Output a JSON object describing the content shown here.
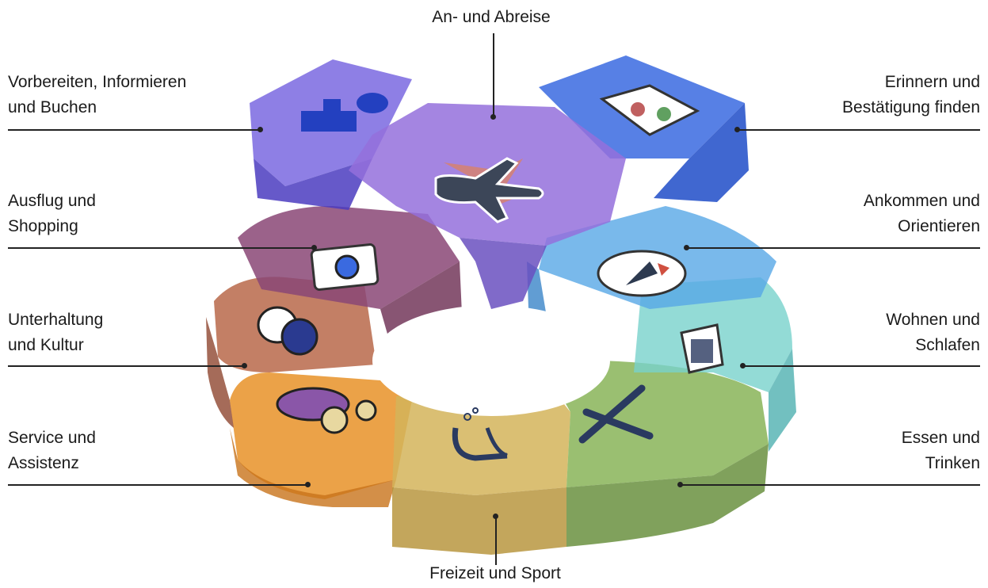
{
  "labels": {
    "top": "An- und Abreise",
    "bottom": "Freizeit und Sport",
    "left": [
      {
        "line1": "Vorbereiten, Informieren",
        "line2": "und Buchen"
      },
      {
        "line1": "Ausflug und",
        "line2": "Shopping"
      },
      {
        "line1": "Unterhaltung",
        "line2": "und Kultur"
      },
      {
        "line1": "Service und",
        "line2": "Assistenz"
      }
    ],
    "right": [
      {
        "line1": "Erinnern und",
        "line2": "Bestätigung finden"
      },
      {
        "line1": "Ankommen und",
        "line2": "Orientieren"
      },
      {
        "line1": "Wohnen und",
        "line2": "Schlafen"
      },
      {
        "line1": "Essen und",
        "line2": "Trinken"
      }
    ]
  },
  "segments": [
    {
      "name": "preparation",
      "color": "#6a55d6",
      "icon": "info-icon"
    },
    {
      "name": "travel",
      "color": "#8a62d2",
      "icon": "airplane-icon"
    },
    {
      "name": "memories",
      "color": "#2f5fd8",
      "icon": "photo-book-icon"
    },
    {
      "name": "excursion",
      "color": "#7e3a70",
      "icon": "camera-icon"
    },
    {
      "name": "arrival",
      "color": "#4a9be0",
      "icon": "compass-icon"
    },
    {
      "name": "entertainment",
      "color": "#b06040",
      "icon": "theater-masks-icon"
    },
    {
      "name": "accommodation",
      "color": "#6fcdc8",
      "icon": "bed-icon"
    },
    {
      "name": "service",
      "color": "#e89228",
      "icon": "people-icon"
    },
    {
      "name": "food",
      "color": "#7aa548",
      "icon": "cutlery-icon"
    },
    {
      "name": "leisure",
      "color": "#c8a548",
      "icon": "snorkel-icon"
    }
  ]
}
